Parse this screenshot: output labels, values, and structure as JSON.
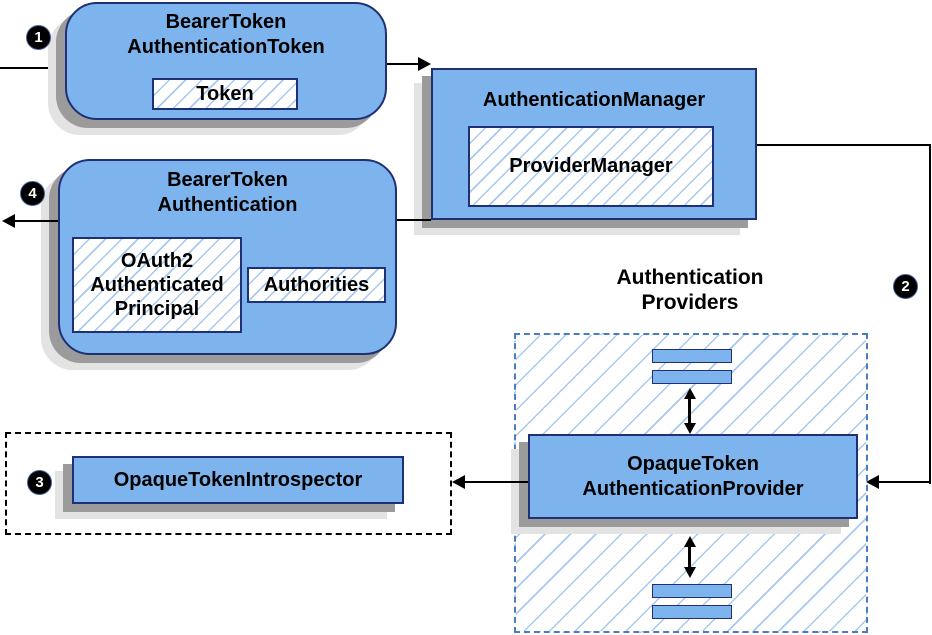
{
  "colors": {
    "node_fill": "#7db4ee",
    "node_border": "#1f3075",
    "hatch_line": "#a8c9ef",
    "providers_dashed_border": "#4a7cc0",
    "introspector_dashed_border": "#000000",
    "shadow_dark": "#9b9b9b",
    "shadow_light": "#e3e3e3",
    "arrow": "#000000",
    "badge_bg": "#000000",
    "badge_text": "#ffffff"
  },
  "steps": {
    "one": "1",
    "two": "2",
    "three": "3",
    "four": "4"
  },
  "token_box": {
    "line1": "BearerToken",
    "line2": "AuthenticationToken",
    "chip": "Token"
  },
  "manager_box": {
    "title": "AuthenticationManager",
    "chip": "ProviderManager"
  },
  "authentication_box": {
    "line1": "BearerToken",
    "line2": "Authentication",
    "principal_line1": "OAuth2",
    "principal_line2": "Authenticated",
    "principal_line3": "Principal",
    "authorities": "Authorities"
  },
  "providers_heading": {
    "line1": "Authentication",
    "line2": "Providers"
  },
  "provider_box": {
    "line1": "OpaqueToken",
    "line2": "AuthenticationProvider"
  },
  "introspector_box": {
    "label": "OpaqueTokenIntrospector"
  }
}
